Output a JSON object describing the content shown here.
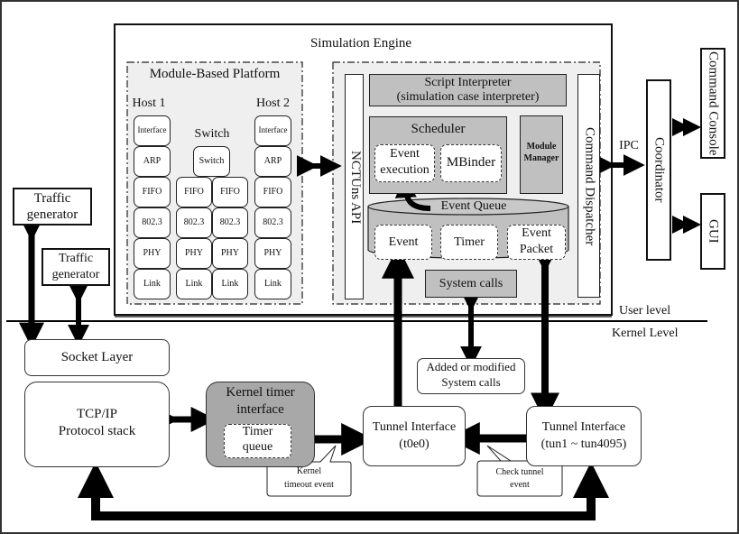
{
  "colors": {
    "engine_fill": "#efefef",
    "component_fill": "#c0c0c0",
    "kernel_timer_fill": "#a8a8a8",
    "border": "#111111",
    "arrow": "#000000"
  },
  "simulation_engine": {
    "title": "Simulation Engine"
  },
  "module_platform": {
    "title": "Module-Based Platform",
    "host1": {
      "label": "Host 1",
      "modules": [
        "Interface",
        "ARP",
        "FIFO",
        "802.3",
        "PHY",
        "Link"
      ]
    },
    "switch": {
      "label": "Switch",
      "top_module": "Switch",
      "left_modules": [
        "FIFO",
        "802.3",
        "PHY",
        "Link"
      ],
      "right_modules": [
        "FIFO",
        "802.3",
        "PHY",
        "Link"
      ]
    },
    "host2": {
      "label": "Host 2",
      "modules": [
        "Interface",
        "ARP",
        "FIFO",
        "802.3",
        "PHY",
        "Link"
      ]
    }
  },
  "nctuns_api": {
    "label": "NCTUns API"
  },
  "script_interpreter": {
    "line1": "Script Interpreter",
    "line2": "(simulation case interpreter)"
  },
  "scheduler": {
    "title": "Scheduler",
    "event_execution_1": "Event",
    "event_execution_2": "execution",
    "mbinder": "MBinder"
  },
  "module_manager": {
    "line1": "Module",
    "line2": "Manager"
  },
  "event_queue": {
    "title": "Event Queue",
    "event": "Event",
    "timer": "Timer",
    "event_packet_1": "Event",
    "event_packet_2": "Packet"
  },
  "system_calls": {
    "label": "System calls"
  },
  "command_dispatcher": {
    "label": "Command Dispatcher"
  },
  "ipc": {
    "label": "IPC"
  },
  "coordinator": {
    "label": "Coordinator"
  },
  "command_console": {
    "label": "Command Console"
  },
  "gui": {
    "label": "GUI"
  },
  "traffic_generator_1": {
    "line1": "Traffic",
    "line2": "generator"
  },
  "traffic_generator_2": {
    "line1": "Traffic",
    "line2": "generator"
  },
  "levels": {
    "user": "User level",
    "kernel": "Kernel Level"
  },
  "socket_layer": {
    "label": "Socket Layer"
  },
  "tcpip": {
    "line1": "TCP/IP",
    "line2": "Protocol stack"
  },
  "kernel_timer": {
    "line1": "Kernel timer",
    "line2": "interface",
    "queue_1": "Timer",
    "queue_2": "queue"
  },
  "kernel_timeout_callout": {
    "line1": "Kernel",
    "line2": "timeout event"
  },
  "added_syscalls": {
    "line1": "Added or modified",
    "line2": "System calls"
  },
  "tunnel_t0e0": {
    "line1": "Tunnel Interface",
    "line2": "(t0e0)"
  },
  "tunnel_tun": {
    "line1": "Tunnel Interface",
    "line2": "(tun1 ~ tun4095)"
  },
  "check_tunnel_callout": {
    "line1": "Check tunnel",
    "line2": "event"
  }
}
